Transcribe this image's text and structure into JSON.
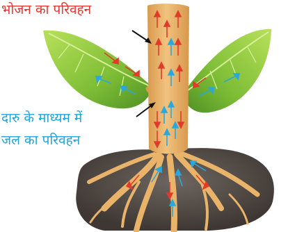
{
  "labels": {
    "food_transport": "भोजन का परिवहन",
    "water_transport_line1": "दारु के माध्यम में",
    "water_transport_line2": "जल का परिवहन"
  },
  "colors": {
    "food_arrow": "#e23b2a",
    "water_arrow": "#2aa8dc",
    "leaf": "#8cc63f",
    "leaf_dark": "#5aa02c",
    "stem": "#eab36a",
    "soil": "#5b534d"
  }
}
